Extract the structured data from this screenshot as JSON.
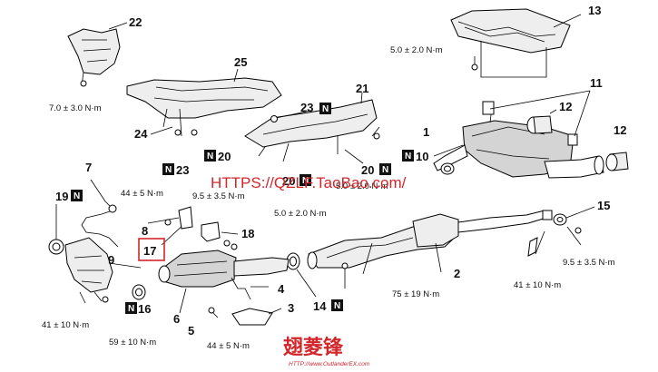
{
  "callouts": {
    "c1": "1",
    "c2": "2",
    "c3": "3",
    "c4": "4",
    "c5": "5",
    "c6": "6",
    "c7": "7",
    "c8": "8",
    "c9": "9",
    "c10": "10",
    "c11": "11",
    "c12a": "12",
    "c12b": "12",
    "c13": "13",
    "c14": "14",
    "c15": "15",
    "c16": "16",
    "c17": "17",
    "c18": "18",
    "c19": "19",
    "c20a": "20",
    "c20b": "20",
    "c20c": "20",
    "c21": "21",
    "c22": "22",
    "c23a": "23",
    "c23b": "23",
    "c24": "24",
    "c25": "25"
  },
  "new_part_mark": "N",
  "torques": {
    "t_22": "7.0 ± 3.0 N·m",
    "t_13": "5.0 ± 2.0 N·m",
    "t_7": "44 ± 5 N·m",
    "t_8": "9.5 ± 3.5 N·m",
    "t_21": "5.0 ± 2.0 N·m",
    "t_20": "5.0 ± 2.0 N·m",
    "t_15": "9.5 ± 3.5 N·m",
    "t_41r": "41 ± 10 N·m",
    "t_75": "75 ± 19 N·m",
    "t_41l": "41 ± 10 N·m",
    "t_59": "59 ± 10 N·m",
    "t_44b": "44 ± 5 N·m"
  },
  "watermark": {
    "url": "HTTPS://QZLF.TaoBao.com/",
    "logo_text": "翅菱锋",
    "logo_url": "HTTP://www.OutlanderEX.com"
  },
  "colors": {
    "highlight": "#d2262b",
    "watermark": "#d2262b"
  }
}
